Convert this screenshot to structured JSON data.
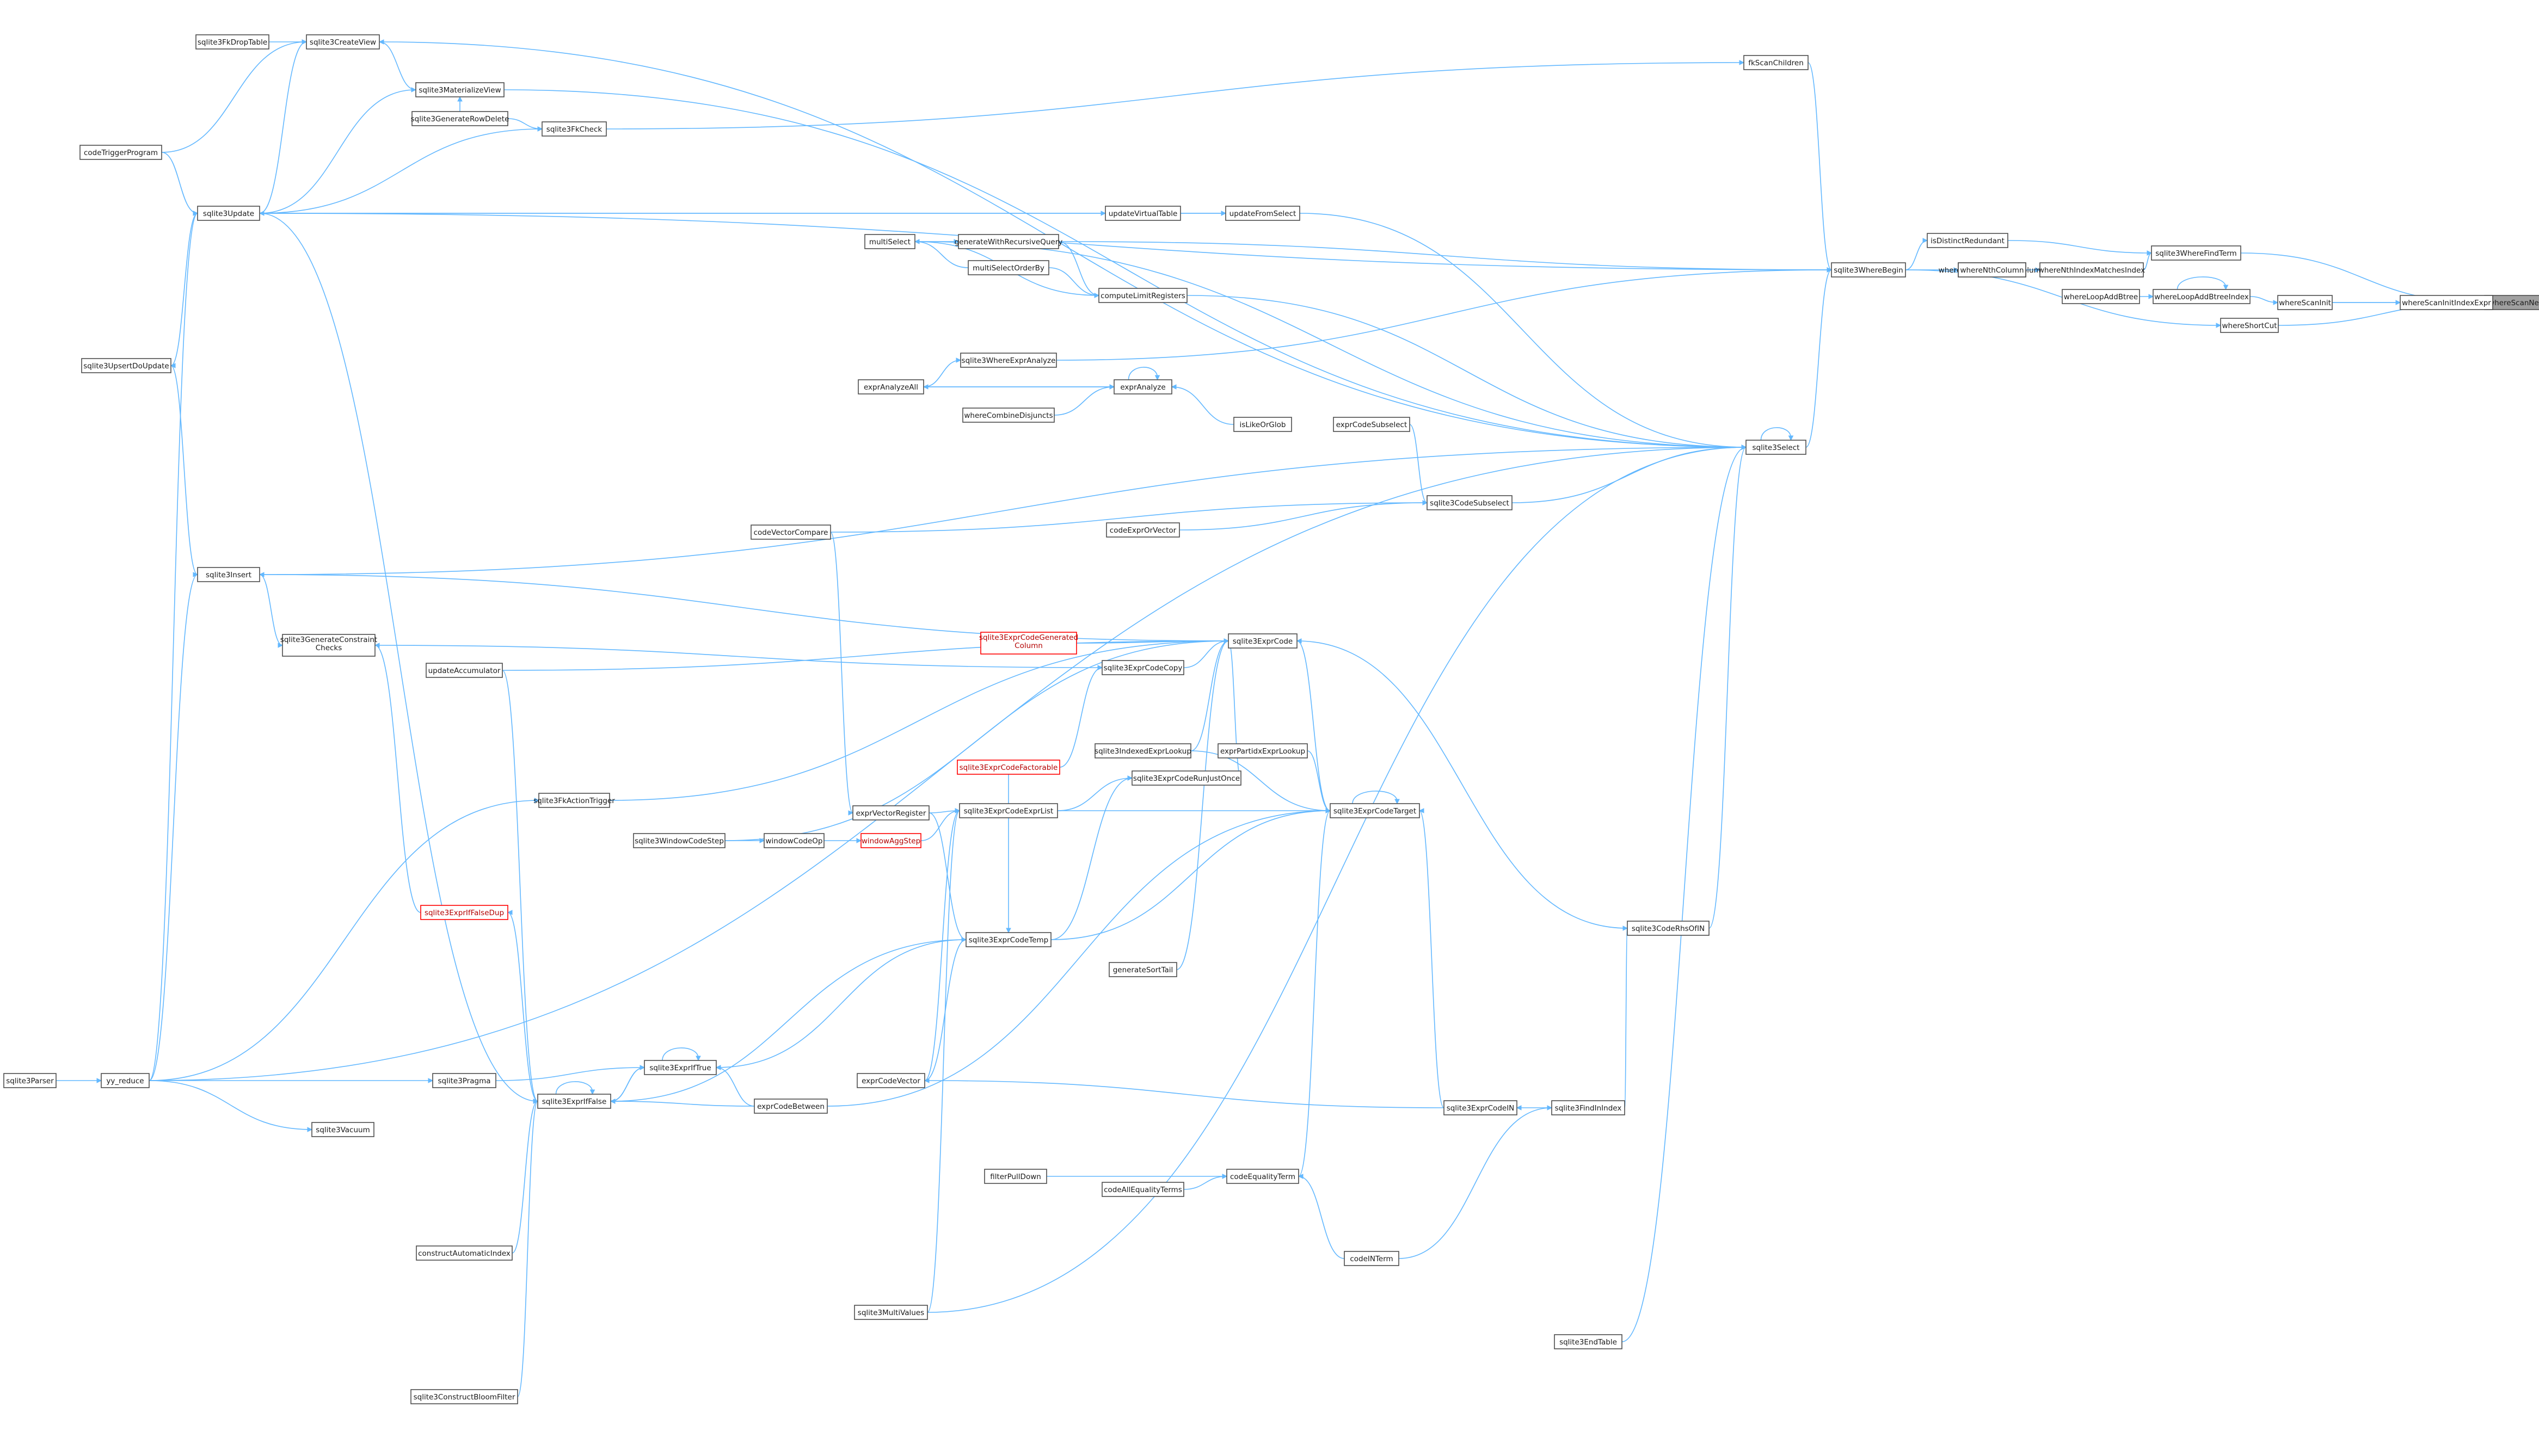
{
  "graph": {
    "title": "",
    "colors": {
      "edge": "#63b8ff",
      "node_border": "#4d4d4d",
      "node_fill": "#ffffff",
      "highlight_fill": "#a0a0a0",
      "warn_border": "#ff0000"
    },
    "nodes": [
      {
        "id": "whereScanNext",
        "label": "whereScanNext",
        "style": "highlight"
      },
      {
        "id": "whereScanInitIndexExpr",
        "label": "whereScanInitIndexExpr"
      },
      {
        "id": "whereScanInit",
        "label": "whereScanInit"
      },
      {
        "id": "whereShortCut",
        "label": "whereShortCut"
      },
      {
        "id": "sqlite3WhereFindTerm",
        "label": "sqlite3WhereFindTerm"
      },
      {
        "id": "whereLoopAddBtreeIndex",
        "label": "whereLoopAddBtreeIndex"
      },
      {
        "id": "whereLoopAddBtree",
        "label": "whereLoopAddBtree"
      },
      {
        "id": "isDistinctRedundant",
        "label": "isDistinctRedundant"
      },
      {
        "id": "whereIndexExprTransColumn2",
        "label": "whereIndexExprTransColumn"
      },
      {
        "id": "whereMatchesIndex",
        "label": "whereNthIndexMatchesIndex"
      },
      {
        "id": "whereNthColumn",
        "label": "whereNthColumn"
      },
      {
        "id": "sqlite3WhereBegin",
        "label": "sqlite3WhereBegin"
      },
      {
        "id": "fkScanChildren",
        "label": "fkScanChildren"
      },
      {
        "id": "sqlite3Select",
        "label": "sqlite3Select"
      },
      {
        "id": "sqlite3CreateView",
        "label": "sqlite3CreateView"
      },
      {
        "id": "sqlite3FkDropTable",
        "label": "sqlite3FkDropTable"
      },
      {
        "id": "codeTriggerProgram",
        "label": "codeTriggerProgram"
      },
      {
        "id": "sqlite3MaterializeView",
        "label": "sqlite3MaterializeView"
      },
      {
        "id": "sqlite3GenerateRowDelete",
        "label": "sqlite3GenerateRowDelete"
      },
      {
        "id": "sqlite3FkCheck",
        "label": "sqlite3FkCheck"
      },
      {
        "id": "sqlite3Update",
        "label": "sqlite3Update"
      },
      {
        "id": "updateFromSelect",
        "label": "updateFromSelect"
      },
      {
        "id": "updateVirtualTable",
        "label": "updateVirtualTable"
      },
      {
        "id": "multiSelect",
        "label": "multiSelect"
      },
      {
        "id": "generateWithRecursiveQuery",
        "label": "generateWithRecursiveQuery"
      },
      {
        "id": "multiSelectOrderBy",
        "label": "multiSelectOrderBy"
      },
      {
        "id": "computeLimitRegisters",
        "label": "computeLimitRegisters"
      },
      {
        "id": "sqlite3UpsertDoUpdate",
        "label": "sqlite3UpsertDoUpdate"
      },
      {
        "id": "sqlite3WhereExprAnalyze",
        "label": "sqlite3WhereExprAnalyze"
      },
      {
        "id": "exprAnalyzeAll",
        "label": "exprAnalyzeAll"
      },
      {
        "id": "exprAnalyze",
        "label": "exprAnalyze"
      },
      {
        "id": "whereCombineDisjuncts",
        "label": "whereCombineDisjuncts"
      },
      {
        "id": "isLikeOrGlob",
        "label": "isLikeOrGlob"
      },
      {
        "id": "exprCodeSubselect",
        "label": "exprCodeSubselect"
      },
      {
        "id": "sqlite3CodeSubselect",
        "label": "sqlite3CodeSubselect"
      },
      {
        "id": "codeVectorCompare",
        "label": "codeVectorCompare"
      },
      {
        "id": "codeExprOrVector",
        "label": "codeExprOrVector"
      },
      {
        "id": "sqlite3Insert",
        "label": "sqlite3Insert"
      },
      {
        "id": "sqlite3ExprCode",
        "label": "sqlite3ExprCode"
      },
      {
        "id": "sqlite3ExprCodeGeneratedColumn",
        "label": "sqlite3ExprCodeGenerated\nColumn",
        "style": "warn"
      },
      {
        "id": "sqlite3GenerateConstraintChecks",
        "label": "sqlite3GenerateConstraint\nChecks"
      },
      {
        "id": "sqlite3ExprCodeCopy",
        "label": "sqlite3ExprCodeCopy"
      },
      {
        "id": "updateAccumulator",
        "label": "updateAccumulator"
      },
      {
        "id": "sqlite3IndexedExprLookup",
        "label": "sqlite3IndexedExprLookup"
      },
      {
        "id": "exprPartidxExprLookup",
        "label": "exprPartidxExprLookup"
      },
      {
        "id": "sqlite3ExprCodeFactorable",
        "label": "sqlite3ExprCodeFactorable",
        "style": "warn"
      },
      {
        "id": "sqlite3ExprCodeRunJustOnce",
        "label": "sqlite3ExprCodeRunJustOnce"
      },
      {
        "id": "sqlite3ExprCodeTarget",
        "label": "sqlite3ExprCodeTarget"
      },
      {
        "id": "sqlite3ExprCodeExprList",
        "label": "sqlite3ExprCodeExprList"
      },
      {
        "id": "exprVectorRegister",
        "label": "exprVectorRegister"
      },
      {
        "id": "sqlite3WindowCodeStep",
        "label": "sqlite3WindowCodeStep"
      },
      {
        "id": "windowCodeOp",
        "label": "windowCodeOp"
      },
      {
        "id": "windowAggStep",
        "label": "windowAggStep",
        "style": "warn"
      },
      {
        "id": "sqlite3FkActions",
        "label": "sqlite3FkActionTrigger"
      },
      {
        "id": "sqlite3ExprIfFalseDup",
        "label": "sqlite3ExprIfFalseDup",
        "style": "warn"
      },
      {
        "id": "sqlite3ExprCodeTemp",
        "label": "sqlite3ExprCodeTemp"
      },
      {
        "id": "generateSortTail",
        "label": "generateSortTail"
      },
      {
        "id": "sqlite3CodeRhsOfIN",
        "label": "sqlite3CodeRhsOfIN"
      },
      {
        "id": "sqlite3Parser",
        "label": "sqlite3Parser"
      },
      {
        "id": "yy_reduce",
        "label": "yy_reduce"
      },
      {
        "id": "sqlite3Pragma",
        "label": "sqlite3Pragma"
      },
      {
        "id": "sqlite3ExprIfTrue",
        "label": "sqlite3ExprIfTrue"
      },
      {
        "id": "sqlite3ExprIfFalse",
        "label": "sqlite3ExprIfFalse"
      },
      {
        "id": "exprCodeVector",
        "label": "exprCodeVector"
      },
      {
        "id": "exprCodeBetween",
        "label": "exprCodeBetween"
      },
      {
        "id": "sqlite3ExprCodeIN",
        "label": "sqlite3ExprCodeIN"
      },
      {
        "id": "sqlite3FindInIndex",
        "label": "sqlite3FindInIndex"
      },
      {
        "id": "sqlite3Vacuum",
        "label": "sqlite3Vacuum"
      },
      {
        "id": "filterPullDown",
        "label": "filterPullDown"
      },
      {
        "id": "codeEqualityTerm",
        "label": "codeEqualityTerm"
      },
      {
        "id": "codeAllEqualityTerms",
        "label": "codeAllEqualityTerms"
      },
      {
        "id": "constructAutomaticIndex",
        "label": "constructAutomaticIndex"
      },
      {
        "id": "codeINTerm",
        "label": "codeINTerm"
      },
      {
        "id": "sqlite3MultiValues",
        "label": "sqlite3MultiValues"
      },
      {
        "id": "sqlite3EndTable",
        "label": "sqlite3EndTable"
      },
      {
        "id": "sqlite3ConstructBloomFilter",
        "label": "sqlite3ConstructBloomFilter"
      }
    ]
  }
}
